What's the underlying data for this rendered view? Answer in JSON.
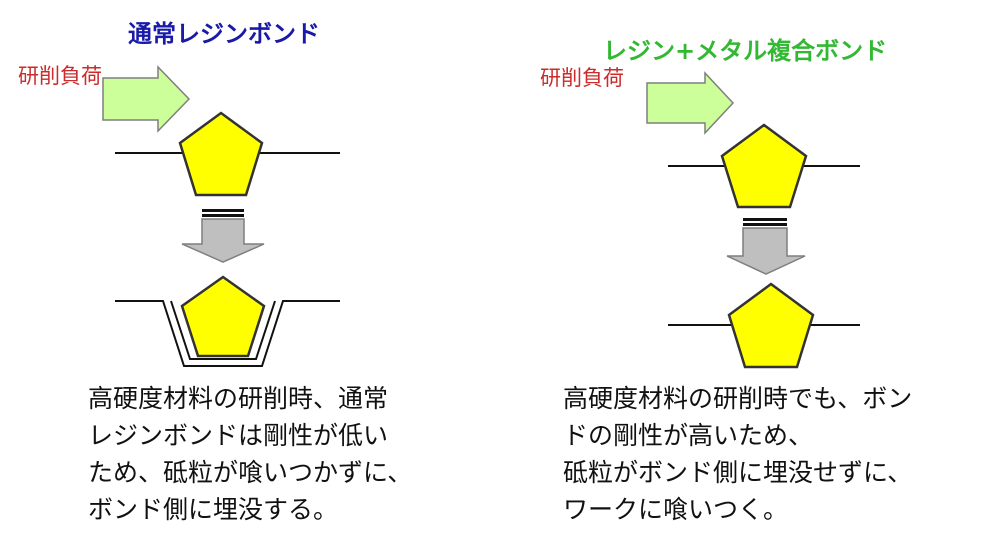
{
  "colors": {
    "left_title": "#1a1aa8",
    "right_title": "#33b833",
    "load_label": "#cc2b2b",
    "grain_fill": "#ffff00",
    "grain_stroke": "#333333",
    "load_arrow_fill": "#ccff99",
    "load_arrow_stroke": "#7f7f7f",
    "down_arrow_fill": "#bfbfbf"
  },
  "panels": [
    {
      "title": "通常レジンボンド",
      "load_label": "研削負荷",
      "description": [
        "高硬度材料の研削時、通常",
        "レジンボンドは剛性が低い",
        "ため、砥粒が喰いつかずに、",
        "ボンド側に埋没する。"
      ]
    },
    {
      "title": "レジン+メタル複合ボンド",
      "load_label": "研削負荷",
      "description": [
        "高硬度材料の研削時でも、ボン",
        "ドの剛性が高いため、",
        "砥粒がボンド側に埋没せずに、",
        "ワークに喰いつく。"
      ]
    }
  ]
}
